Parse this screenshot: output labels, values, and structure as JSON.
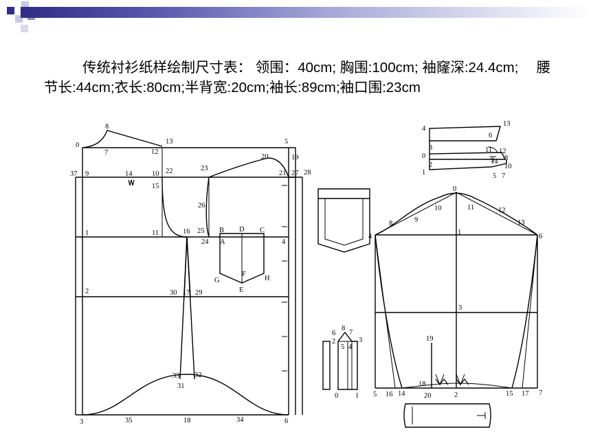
{
  "title": {
    "text": "传统衬衫纸样绘制尺寸表： 领围：40cm; 胸围:100cm; 袖窿深:24.4cm;　 腰节长:44cm;衣长:80cm;半背宽:20cm;袖长:89cm;袖口围:23cm"
  },
  "labels": {
    "bodice": [
      "8",
      "0",
      "7",
      "13",
      "12",
      "5",
      "19",
      "20",
      "21",
      "27",
      "28",
      "37",
      "9",
      "14",
      "10",
      "22",
      "23",
      "15",
      "26",
      "1",
      "11",
      "16",
      "25",
      "24",
      "B",
      "D",
      "C",
      "A",
      "4",
      "F",
      "G",
      "H",
      "E",
      "2",
      "30",
      "17",
      "29",
      "33",
      "32",
      "31",
      "3",
      "35",
      "18",
      "34",
      "6"
    ],
    "collar": [
      "4",
      "13",
      "6",
      "3",
      "11",
      "12",
      "0",
      "9",
      "8",
      "2",
      "14",
      "10",
      "1",
      "5",
      "7"
    ],
    "sleeve": [
      "0",
      "10",
      "11",
      "9",
      "12",
      "8",
      "13",
      "4",
      "1",
      "6",
      "3",
      "19",
      "18",
      "5",
      "16",
      "14",
      "20",
      "2",
      "15",
      "17",
      "7"
    ],
    "placket": [
      "6",
      "8",
      "7",
      "2",
      "3",
      "5",
      "4",
      "0",
      "1"
    ]
  }
}
